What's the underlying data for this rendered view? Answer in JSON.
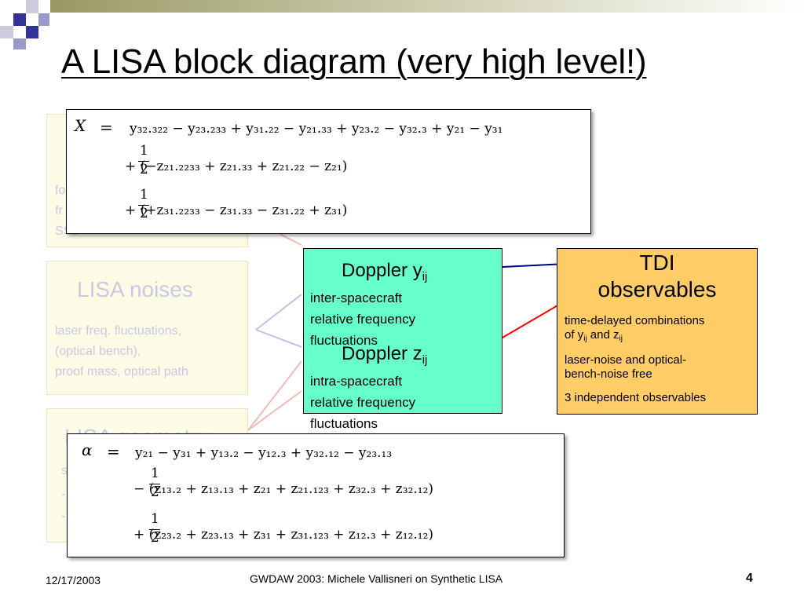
{
  "title": "A LISA block diagram (very high level!)",
  "boxes": {
    "gw": {
      "lines": [
        "fo",
        "fr",
        "SSB"
      ]
    },
    "noises": {
      "title": "LISA noises",
      "lines": [
        "laser freq. fluctuations,",
        "(optical bench),",
        "proof mass, optical path"
      ]
    },
    "geometry": {
      "title": "LISA geometry",
      "lines": [
        "s",
        "-",
        "-"
      ]
    },
    "doppler": {
      "title_y": "Doppler y",
      "title_y_sub": "ij",
      "lines_y": [
        "inter-spacecraft",
        "relative frequency",
        "fluctuations"
      ],
      "title_z": "Doppler z",
      "title_z_sub": "ij",
      "lines_z": [
        "intra-spacecraft",
        "relative frequency",
        "fluctuations"
      ]
    },
    "tdi": {
      "title_line1": "TDI",
      "title_line2": "observables",
      "desc1a": "time-delayed combinations",
      "desc1b_pre": "of y",
      "desc1b_sub1": "ij",
      "desc1b_mid": " and z",
      "desc1b_sub2": "ij",
      "desc2a": "laser-noise and optical-",
      "desc2b": "bench-noise free",
      "desc3": "3 independent observables"
    }
  },
  "formulas": {
    "X": {
      "lhs": "X",
      "eq": "=",
      "row1": "y₃₂.₃₂₂ − y₂₃.₂₃₃ + y₃₁.₂₂ − y₂₁.₃₃ + y₂₃.₂ − y₃₂.₃ + y₂₁ − y₃₁",
      "row2": "+  (−z₂₁.₂₂₃₃ + z₂₁.₃₃ + z₂₁.₂₂ − z₂₁)",
      "row3": "+  (+z₃₁.₂₂₃₃ − z₃₁.₃₃ − z₃₁.₂₂ + z₃₁)",
      "frac_num": "1",
      "frac_den": "2"
    },
    "alpha": {
      "lhs": "α",
      "eq": "=",
      "row1": "y₂₁ − y₃₁ + y₁₃.₂ − y₁₂.₃ + y₃₂.₁₂ − y₂₃.₁₃",
      "row2": "−  (z₁₃.₂ + z₁₃.₁₃ + z₂₁ + z₂₁.₁₂₃ + z₃₂.₃ + z₃₂.₁₂)",
      "row3": "+  (z₂₃.₂ + z₂₃.₁₃ + z₃₁ + z₃₁.₁₂₃ + z₁₂.₃ + z₁₂.₁₂)",
      "frac_num": "1",
      "frac_den": "2"
    }
  },
  "footer": {
    "date": "12/17/2003",
    "center": "GWDAW 2003: Michele Vallisneri on Synthetic LISA",
    "page": "4"
  },
  "colors": {
    "doppler_bg": "#66ffcc",
    "tdi_bg": "#ffcc66",
    "arrow_blue": "#000080",
    "arrow_red": "#ff0000",
    "deco_navy": "#333399",
    "deco_olive": "#999966"
  }
}
